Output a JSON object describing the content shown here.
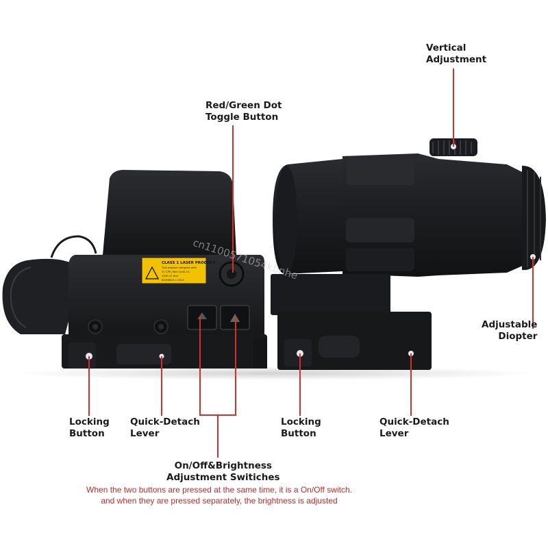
{
  "labels": {
    "vertical_adjustment": [
      "Vertical",
      "Adjustment"
    ],
    "toggle_button": [
      "Red/Green Dot",
      "Toggle Button"
    ],
    "adjustable_diopter": [
      "Adjustable",
      "Diopter"
    ],
    "locking_button_left": [
      "Locking",
      "Button"
    ],
    "quick_detach_left": [
      "Quick-Detach",
      "Lever"
    ],
    "locking_button_right": [
      "Locking",
      "Button"
    ],
    "quick_detach_right": [
      "Quick-Detach",
      "Lever"
    ],
    "switches": [
      "On/Off&Brightness",
      "Adjustment Switiches"
    ]
  },
  "note": [
    "When the two buttons are pressed at the same time, it is a On/Off switch.",
    "and when they are pressed separately, the brightness is adjusted"
  ],
  "laser_warning": [
    "CLASS 1 LASER PRODUCT",
    "This product complies with",
    "21 CFR, Part 1040.10,",
    "1040.11 and",
    "IEC60825-1:2014"
  ],
  "watermark": "cn1100571054kbnhe",
  "colors": {
    "pointer_line": "#d32f2f",
    "note_text": "#c62828",
    "label_text": "#1a1a1a",
    "device_body": "#1e1f22",
    "warning_label": "#f2c200"
  }
}
